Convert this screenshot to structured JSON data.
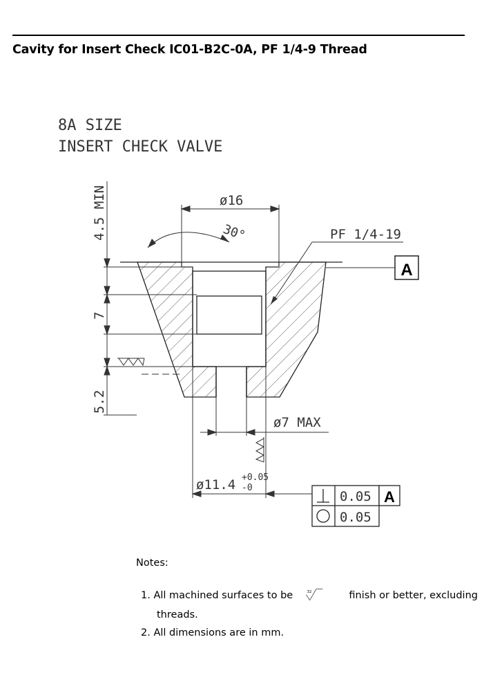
{
  "header": {
    "title": "Cavity for Insert Check IC01-B2C-0A, PF 1/4-9 Thread"
  },
  "drawing": {
    "caption_line1": "8A SIZE",
    "caption_line2": "INSERT CHECK VALVE",
    "dim_top_diameter": "ø16",
    "dim_angle": "30°",
    "dim_thread": "PF 1/4-19",
    "datum_label": "A",
    "dim_depth_min": "4.5 MIN",
    "dim_thread_depth": "7",
    "dim_bottom_depth": "5.2",
    "dim_small_diameter": "ø7 MAX",
    "dim_bore_diameter": "ø11.4",
    "tol_upper": "+0.05",
    "tol_lower": "-0",
    "fcf_perp_value": "0.05",
    "fcf_perp_datum": "A",
    "fcf_round_value": "0.05",
    "surface_finish_value": "32"
  },
  "notes": {
    "heading": "Notes:",
    "item1_prefix": "1. All machined surfaces to be",
    "item1_suffix": "finish or better, excluding",
    "item1_cont": "threads.",
    "item2": "2. All dimensions are in mm."
  }
}
